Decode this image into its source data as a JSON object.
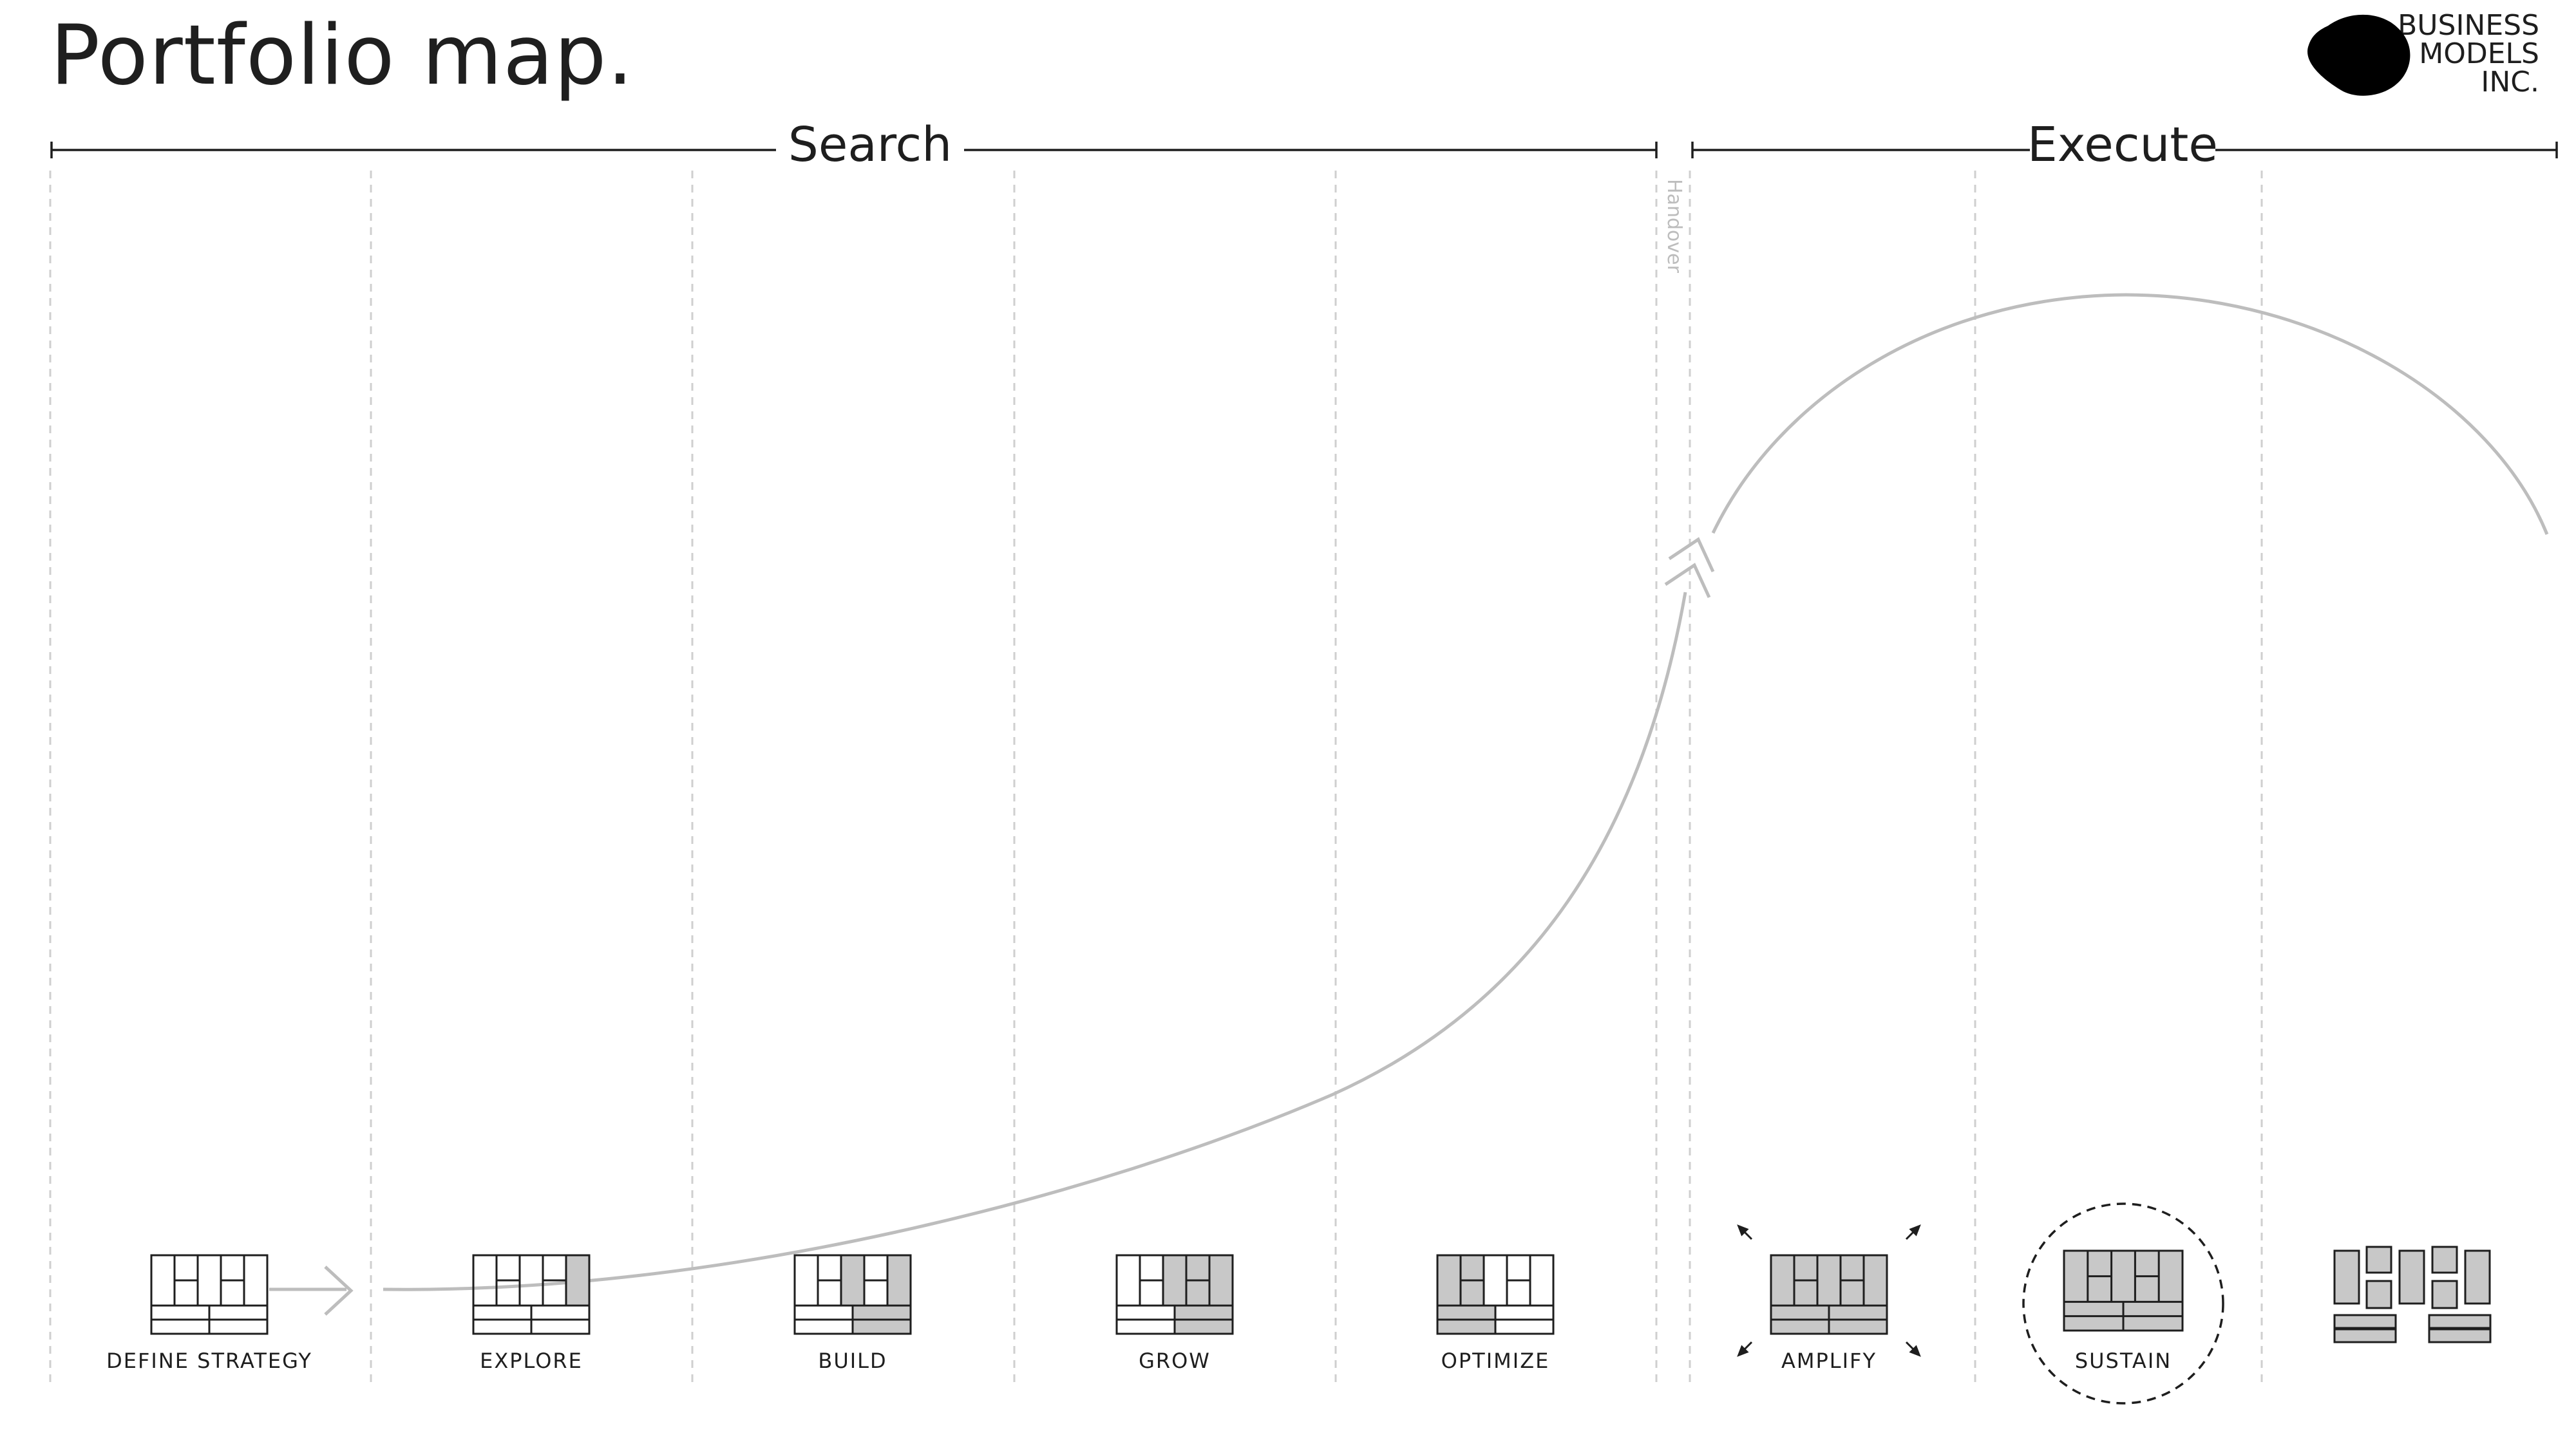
{
  "title": "Portfolio map.",
  "logo": {
    "lines": [
      "BUSINESS",
      "MODELS",
      "INC."
    ],
    "icon": "blob-logo-icon"
  },
  "phases": {
    "search": "Search",
    "execute": "Execute",
    "handover": "Handover"
  },
  "stages": [
    {
      "label": "DEFINE STRATEGY"
    },
    {
      "label": "EXPLORE"
    },
    {
      "label": "BUILD"
    },
    {
      "label": "GROW"
    },
    {
      "label": "OPTIMIZE"
    },
    {
      "label": "AMPLIFY"
    },
    {
      "label": "SUSTAIN"
    },
    {
      "label": ""
    }
  ],
  "colors": {
    "ink": "#1e1e1e",
    "curve": "#bdbdbd",
    "fill": "#c8c8c8",
    "guide": "#cfcfcf",
    "handover": "#bdbdbd"
  }
}
